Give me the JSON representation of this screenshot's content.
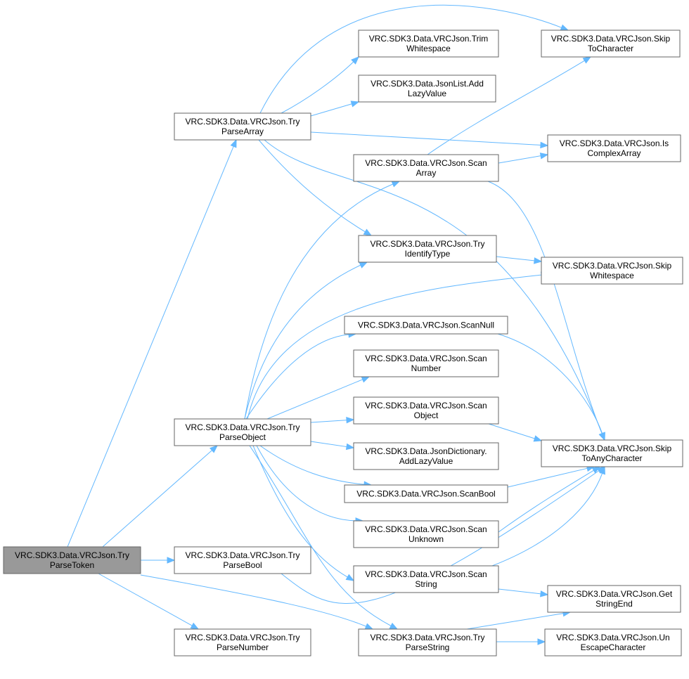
{
  "colors": {
    "edge": "#63b8ff",
    "node_border": "#666666",
    "root_fill": "#999999",
    "node_fill": "#ffffff"
  },
  "nodes": [
    {
      "id": "trim_ws",
      "name": "node-trim-whitespace",
      "lines": [
        "VRC.SDK3.Data.VRCJson.Trim",
        "Whitespace"
      ]
    },
    {
      "id": "skip_to_char",
      "name": "node-skip-to-character",
      "lines": [
        "VRC.SDK3.Data.VRCJson.Skip",
        "ToCharacter"
      ]
    },
    {
      "id": "jsonlist_add",
      "name": "node-jsonlist-add-lazy-value",
      "lines": [
        "VRC.SDK3.Data.JsonList.Add",
        "LazyValue"
      ]
    },
    {
      "id": "try_parse_array",
      "name": "node-try-parse-array",
      "lines": [
        "VRC.SDK3.Data.VRCJson.Try",
        "ParseArray"
      ]
    },
    {
      "id": "is_complex_array",
      "name": "node-is-complex-array",
      "lines": [
        "VRC.SDK3.Data.VRCJson.Is",
        "ComplexArray"
      ]
    },
    {
      "id": "scan_array",
      "name": "node-scan-array",
      "lines": [
        "VRC.SDK3.Data.VRCJson.Scan",
        "Array"
      ]
    },
    {
      "id": "try_identify",
      "name": "node-try-identify-type",
      "lines": [
        "VRC.SDK3.Data.VRCJson.Try",
        "IdentifyType"
      ]
    },
    {
      "id": "skip_ws",
      "name": "node-skip-whitespace",
      "lines": [
        "VRC.SDK3.Data.VRCJson.Skip",
        "Whitespace"
      ]
    },
    {
      "id": "scan_null",
      "name": "node-scan-null",
      "lines": [
        "VRC.SDK3.Data.VRCJson.ScanNull"
      ]
    },
    {
      "id": "scan_number",
      "name": "node-scan-number",
      "lines": [
        "VRC.SDK3.Data.VRCJson.Scan",
        "Number"
      ]
    },
    {
      "id": "scan_object",
      "name": "node-scan-object",
      "lines": [
        "VRC.SDK3.Data.VRCJson.Scan",
        "Object"
      ]
    },
    {
      "id": "try_parse_object",
      "name": "node-try-parse-object",
      "lines": [
        "VRC.SDK3.Data.VRCJson.Try",
        "ParseObject"
      ]
    },
    {
      "id": "skip_to_any",
      "name": "node-skip-to-any-character",
      "lines": [
        "VRC.SDK3.Data.VRCJson.Skip",
        "ToAnyCharacter"
      ]
    },
    {
      "id": "jsondict_add",
      "name": "node-jsondictionary-add-lazy-value",
      "lines": [
        "VRC.SDK3.Data.JsonDictionary.",
        "AddLazyValue"
      ]
    },
    {
      "id": "scan_bool",
      "name": "node-scan-bool",
      "lines": [
        "VRC.SDK3.Data.VRCJson.ScanBool"
      ]
    },
    {
      "id": "scan_unknown",
      "name": "node-scan-unknown",
      "lines": [
        "VRC.SDK3.Data.VRCJson.Scan",
        "Unknown"
      ]
    },
    {
      "id": "try_parse_token",
      "name": "node-try-parse-token",
      "root": true,
      "lines": [
        "VRC.SDK3.Data.VRCJson.Try",
        "ParseToken"
      ]
    },
    {
      "id": "try_parse_bool",
      "name": "node-try-parse-bool",
      "lines": [
        "VRC.SDK3.Data.VRCJson.Try",
        "ParseBool"
      ]
    },
    {
      "id": "scan_string",
      "name": "node-scan-string",
      "lines": [
        "VRC.SDK3.Data.VRCJson.Scan",
        "String"
      ]
    },
    {
      "id": "get_string_end",
      "name": "node-get-string-end",
      "lines": [
        "VRC.SDK3.Data.VRCJson.Get",
        "StringEnd"
      ]
    },
    {
      "id": "try_parse_number",
      "name": "node-try-parse-number",
      "lines": [
        "VRC.SDK3.Data.VRCJson.Try",
        "ParseNumber"
      ]
    },
    {
      "id": "try_parse_string",
      "name": "node-try-parse-string",
      "lines": [
        "VRC.SDK3.Data.VRCJson.Try",
        "ParseString"
      ]
    },
    {
      "id": "unescape_char",
      "name": "node-unescape-character",
      "lines": [
        "VRC.SDK3.Data.VRCJson.Un",
        "EscapeCharacter"
      ]
    }
  ],
  "edges": [
    [
      "try_parse_token",
      "try_parse_array"
    ],
    [
      "try_parse_token",
      "try_parse_object"
    ],
    [
      "try_parse_token",
      "try_parse_bool"
    ],
    [
      "try_parse_token",
      "try_parse_number"
    ],
    [
      "try_parse_token",
      "try_parse_string"
    ],
    [
      "try_parse_array",
      "skip_to_char"
    ],
    [
      "try_parse_array",
      "trim_ws"
    ],
    [
      "try_parse_array",
      "jsonlist_add"
    ],
    [
      "try_parse_array",
      "is_complex_array"
    ],
    [
      "try_parse_array",
      "try_identify"
    ],
    [
      "try_parse_array",
      "skip_to_any"
    ],
    [
      "scan_array",
      "skip_to_char"
    ],
    [
      "scan_array",
      "is_complex_array"
    ],
    [
      "scan_array",
      "skip_to_any"
    ],
    [
      "try_identify",
      "skip_ws"
    ],
    [
      "try_parse_object",
      "scan_array"
    ],
    [
      "try_parse_object",
      "try_identify"
    ],
    [
      "try_parse_object",
      "skip_ws"
    ],
    [
      "try_parse_object",
      "scan_null"
    ],
    [
      "try_parse_object",
      "scan_number"
    ],
    [
      "try_parse_object",
      "scan_object"
    ],
    [
      "try_parse_object",
      "jsondict_add"
    ],
    [
      "try_parse_object",
      "scan_bool"
    ],
    [
      "try_parse_object",
      "scan_unknown"
    ],
    [
      "try_parse_object",
      "scan_string"
    ],
    [
      "try_parse_object",
      "try_parse_string"
    ],
    [
      "scan_null",
      "skip_to_any"
    ],
    [
      "scan_object",
      "skip_to_any"
    ],
    [
      "scan_bool",
      "skip_to_any"
    ],
    [
      "scan_unknown",
      "skip_to_any"
    ],
    [
      "scan_string",
      "skip_to_any"
    ],
    [
      "scan_string",
      "get_string_end"
    ],
    [
      "try_parse_bool",
      "skip_to_any"
    ],
    [
      "try_parse_string",
      "get_string_end"
    ],
    [
      "try_parse_string",
      "unescape_char"
    ]
  ]
}
